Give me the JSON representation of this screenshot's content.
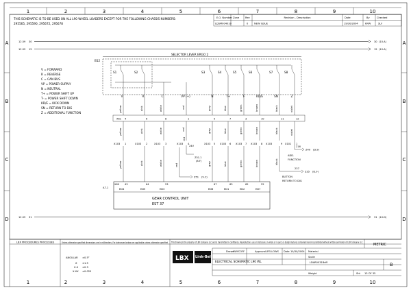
{
  "frame": {
    "col_numbers": [
      "1",
      "2",
      "3",
      "4",
      "5",
      "6",
      "7",
      "8",
      "9",
      "10"
    ],
    "row_letters": [
      "A",
      "B",
      "C",
      "D"
    ]
  },
  "header": {
    "note": "THIS SCHEMATIC IS TO BE USED ON ALL L90 WHEEL LOADERS EXCEPT FOR THE FOLLOWING CHASSIS NUMBERS:",
    "chassis": "295565, 295590, 295672, 295678",
    "eo_label": "E.O. Number",
    "zone_label": "Zone",
    "rev_label": "Rev",
    "revdesc_label": "Revision - Description",
    "date_label": "Date",
    "by_label": "By",
    "checked_label": "Checked",
    "eo_value": "LDSM004010",
    "rev_value": "0",
    "revdesc_value": "NEW ISSUE",
    "date_value": "19/30/2004",
    "by_value": "KRW",
    "checked_value": "SLF"
  },
  "rails": {
    "r1_left": "12.59",
    "r1_wire": "30",
    "r1_right": "30",
    "r1_ref": "(10.A)",
    "r2_left": "12.59",
    "r2_wire": "15",
    "r2_right": "15",
    "r2_ref": "(10.A)",
    "r3_left": "12.59",
    "r3_wire": "31",
    "r3_right": "31",
    "r3_ref": "(10.D)"
  },
  "selector": {
    "title": "SELECTOR LEVER ERGO 2",
    "ref": "B12",
    "switches": [
      "S1",
      "S2",
      "S3",
      "S4",
      "S5",
      "S6",
      "S7",
      "S8"
    ],
    "pins": [
      "V",
      "R",
      "C",
      "VP (+)",
      "N",
      "T+",
      "T-",
      "KD/E",
      "SN",
      "Z"
    ]
  },
  "legend": [
    "V = FORWARD",
    "R = REVERSE",
    "C = CAN BUS",
    "VP = POWER SUPPLY",
    "N = NEUTRAL",
    "T+ = POWER SHIFT UP",
    "T- = POWER SHIFT DOWN",
    "KD/E = KICK DOWN",
    "SN = RETURN TO DIG",
    "Z = ADDITIONAL FUNCTION"
  ],
  "wire_colors": [
    "yellow",
    "pink",
    "white",
    "red",
    "grey",
    "blue",
    "green",
    "brown",
    "black",
    "violet"
  ],
  "connector_x61": {
    "name": "X61",
    "pins": [
      "4",
      "6",
      "8",
      "1",
      "5",
      "7",
      "3",
      "10",
      "11",
      "12"
    ]
  },
  "connector_x103": {
    "pins_left": [
      "X103",
      "X103",
      "X103",
      "X103"
    ],
    "pin_nums": [
      "1",
      "2",
      "3",
      "4",
      "5",
      "6",
      "7",
      "8",
      "9",
      "1"
    ],
    "x101": "X101"
  },
  "lower_wires": [
    "yellow",
    "pink",
    "white",
    "red",
    "red",
    "grey",
    "blue",
    "green",
    "brown",
    "black"
  ],
  "z51": {
    "label": "Z51.1",
    "ref": "(8.F)",
    "v24": "24V",
    "bottom": "Z51",
    "bottom_ref": "(9.C)"
  },
  "add_function": {
    "wire": "216",
    "dest": "Z40",
    "dest_ref": "(D.9)",
    "label1": "ADD.",
    "label2": "FUNCTION"
  },
  "return_to_dig": {
    "wire": "237",
    "dest": "Z35",
    "dest_ref": "(D.9)",
    "label1": "BUTTON",
    "label2": "RETURN TO DIG"
  },
  "ecu": {
    "ref": "A7.1",
    "title": "GEAR CONTROL UNIT",
    "model": "EST 37",
    "pins": [
      "43",
      "64",
      "23",
      "",
      "67",
      "63",
      "62",
      "22"
    ],
    "ports": [
      "ED4",
      "ED5",
      "ED3",
      "",
      "ED6",
      "ED1",
      "ED2",
      "ED7"
    ],
    "x60": "X60"
  },
  "title_block": {
    "processes": "LBX PROCEDURES PROCESSES",
    "tol_note": "Unless otherwise specified dimensions are in millimeters. For tolerances below see applicable unless otherwise specified",
    "angular": "ANGULAR",
    "angular_val": "±0.5°",
    "tol_x": "X",
    "tol_x_val": "±1.5",
    "tol_xx": "X.X",
    "tol_xx_val": "±0.3",
    "tol_xxx": "X.XX",
    "tol_xxx_val": "±0.025",
    "disclaimer": "This drawing is the property of LBX Company LLC and is transmitted in confidence. Reproduction, use or disclosure, in whole or in part, or design features contained herein is prohibited without written permission of LBX Company LLC.",
    "metric": "METRIC",
    "drawn_label": "Drawn",
    "drawn_value": "KWYCOFF",
    "approval_label": "Approval",
    "approval_value": "LFELLOWS",
    "date_label": "Date",
    "date_value": "19/30/2004",
    "material_label": "Material",
    "scale_label": "Scale",
    "doc_title": "ELECTRICAL SCHEMATIC L90 WL",
    "part_number": "LDAR0031Bdff",
    "size": "B",
    "weight_label": "Weight",
    "sheet_label": "Sht",
    "sheet_value": "13 OF 35",
    "logo1": "LBX",
    "logo2": "Link-Belt"
  }
}
